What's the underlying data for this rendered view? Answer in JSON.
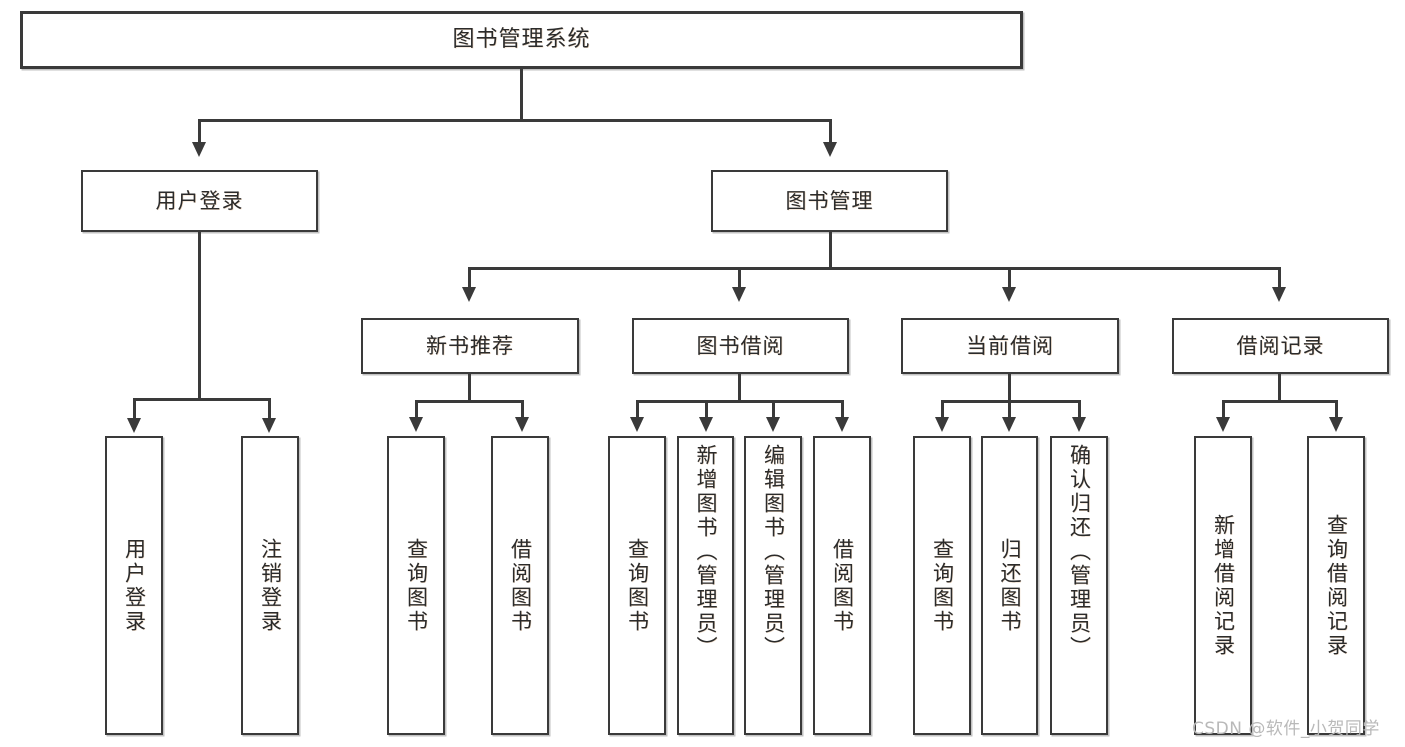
{
  "diagram": {
    "type": "tree",
    "title": "图书管理系统",
    "watermark": "CSDN @软件_小贺同学",
    "colors": {
      "box_border": "#3a3a3a",
      "box_fill": "#ffffff",
      "text": "#2b2b2b",
      "watermark": "#b9b9b9",
      "background": "#ffffff"
    },
    "root": {
      "label": "图书管理系统"
    },
    "level2": [
      {
        "id": "user-login",
        "label": "用户登录"
      },
      {
        "id": "book-manage",
        "label": "图书管理"
      }
    ],
    "level3": [
      {
        "id": "new-book-recommend",
        "label": "新书推荐",
        "parent": "book-manage"
      },
      {
        "id": "book-borrow",
        "label": "图书借阅",
        "parent": "book-manage"
      },
      {
        "id": "current-borrow",
        "label": "当前借阅",
        "parent": "book-manage"
      },
      {
        "id": "borrow-record",
        "label": "借阅记录",
        "parent": "book-manage"
      }
    ],
    "leaves": [
      {
        "id": "leaf-user-login",
        "label": "用户登录",
        "parent": "user-login"
      },
      {
        "id": "leaf-user-logout",
        "label": "注销登录",
        "parent": "user-login"
      },
      {
        "id": "leaf-query-book-1",
        "label": "查询图书",
        "parent": "new-book-recommend"
      },
      {
        "id": "leaf-borrow-book-1",
        "label": "借阅图书",
        "parent": "new-book-recommend"
      },
      {
        "id": "leaf-query-book-2",
        "label": "查询图书",
        "parent": "book-borrow"
      },
      {
        "id": "leaf-add-book",
        "label": "新增图书（管理员）",
        "parent": "book-borrow"
      },
      {
        "id": "leaf-edit-book",
        "label": "编辑图书（管理员）",
        "parent": "book-borrow"
      },
      {
        "id": "leaf-borrow-book-2",
        "label": "借阅图书",
        "parent": "book-borrow"
      },
      {
        "id": "leaf-query-book-3",
        "label": "查询图书",
        "parent": "current-borrow"
      },
      {
        "id": "leaf-return-book",
        "label": "归还图书",
        "parent": "current-borrow"
      },
      {
        "id": "leaf-confirm-return",
        "label": "确认归还（管理员）",
        "parent": "current-borrow"
      },
      {
        "id": "leaf-add-record",
        "label": "新增借阅记录",
        "parent": "borrow-record"
      },
      {
        "id": "leaf-query-record",
        "label": "查询借阅记录",
        "parent": "borrow-record"
      }
    ]
  }
}
